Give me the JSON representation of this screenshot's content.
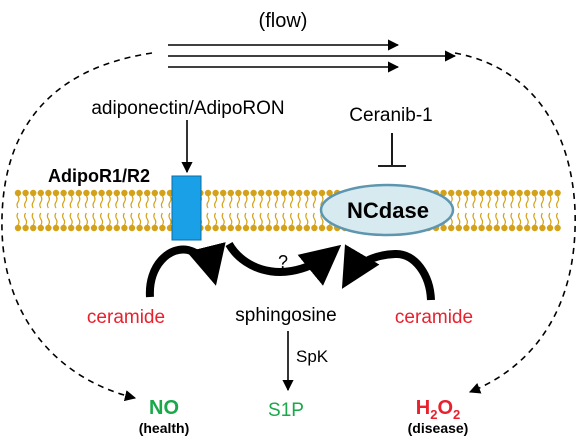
{
  "labels": {
    "flow": "(flow)",
    "agonist": "adiponectin/AdipoRON",
    "inhibitor": "Ceranib-1",
    "receptor": "AdipoR1/R2",
    "enzyme": "NCdase",
    "unknown": "?",
    "ceramide_left": "ceramide",
    "ceramide_right": "ceramide",
    "sphingosine": "sphingosine",
    "kinase": "SpK",
    "product": "S1P",
    "no": "NO",
    "no_caption": "(health)",
    "h2o2_main": "H",
    "h2o2_sub1": "2",
    "h2o2_mid": "O",
    "h2o2_sub2": "2",
    "h2o2_caption": "(disease)"
  },
  "colors": {
    "red": "#e8212e",
    "green": "#1aa84b",
    "receptor_fill": "#1aa0e6",
    "enzyme_fill": "#d6eaf0",
    "enzyme_stroke": "#5e96b0",
    "lipid": "#d4a21a"
  }
}
